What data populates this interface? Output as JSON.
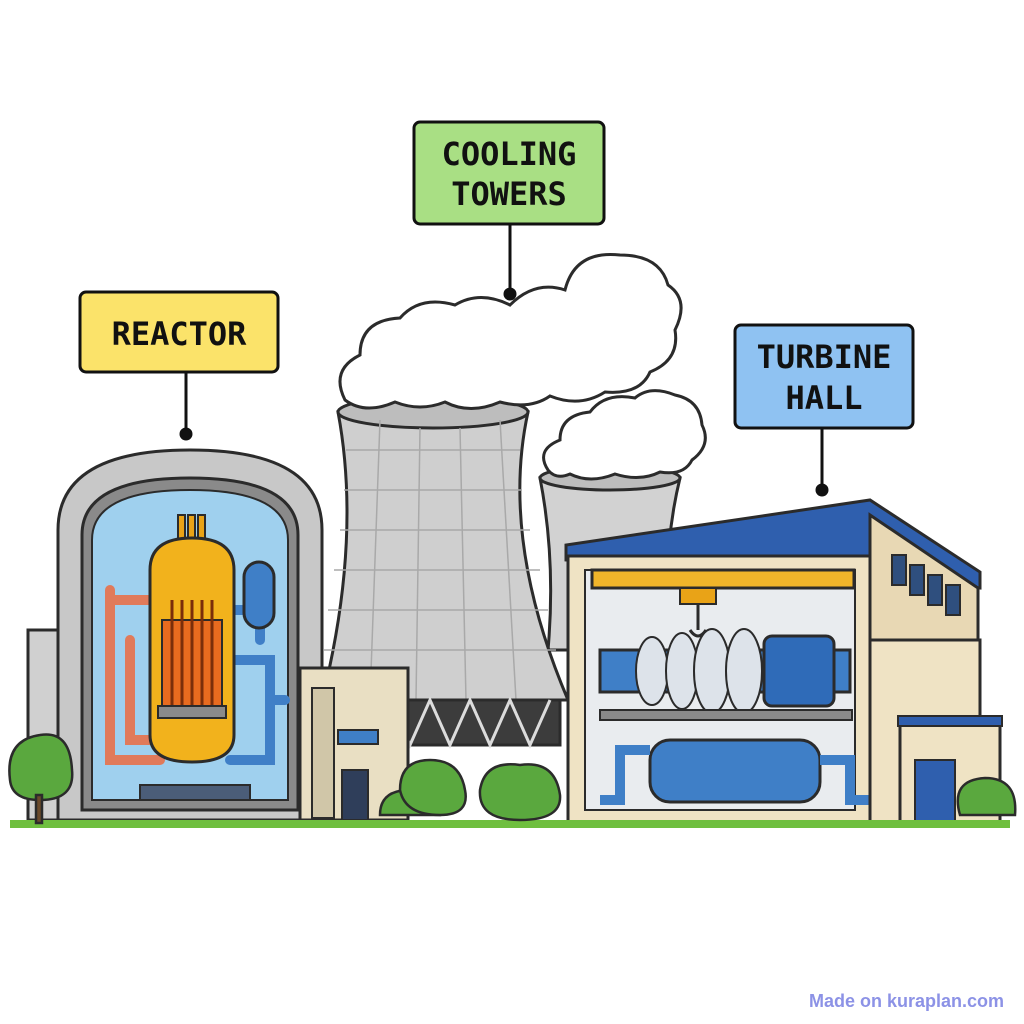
{
  "labels": {
    "reactor": "REACTOR",
    "cooling_line1": "COOLING",
    "cooling_line2": "TOWERS",
    "turbine_line1": "TURBINE",
    "turbine_line2": "HALL"
  },
  "label_colors": {
    "reactor": "#fbe36a",
    "cooling": "#a9df84",
    "turbine": "#8fc2f2"
  },
  "watermark": "Made on kuraplan.com",
  "palette": {
    "outline": "#2b2b2b",
    "concrete": "#c9c9c9",
    "reactor_vessel": "#f2b21c",
    "core_glow": "#e86b1f",
    "hot_pipe": "#e07a5a",
    "cool_pipe": "#3f7fc7",
    "hall_wall": "#efe3c4",
    "hall_roof": "#2f5fae",
    "crane": "#f0b52a",
    "foliage": "#5aa83e",
    "ground": "#6fbf3f"
  }
}
